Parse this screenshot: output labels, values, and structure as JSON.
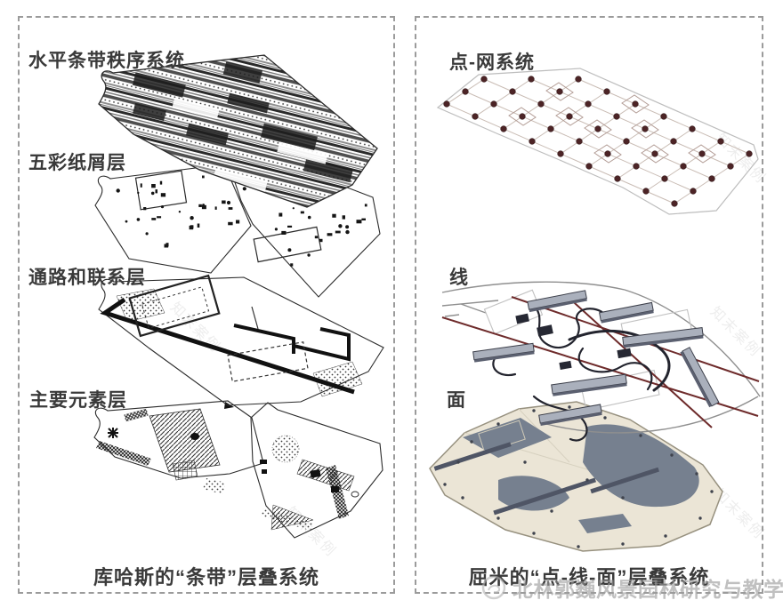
{
  "left_panel": {
    "layer_labels": [
      "水平条带秩序系统",
      "五彩纸屑层",
      "通路和联系层",
      "主要元素层"
    ],
    "caption": "库哈斯的“条带”层叠系统"
  },
  "right_panel": {
    "layer_labels": [
      "点-网系统",
      "线",
      "面"
    ],
    "caption": "屈米的“点-线-面”层叠系统"
  },
  "watermark": {
    "text": "北林郭巍风景园林研究与教学",
    "logo": "circle-emblem-icon"
  },
  "background_watermark": {
    "text": "知末案例"
  },
  "colors": {
    "background": "#ffffff",
    "panel_border": "#9b9b9b",
    "label_text": "#3a3a3a",
    "line_art": "#2b2b2b",
    "grid_dot": "#4c2426",
    "grid_line": "#c9bcb4",
    "red_line": "#6e2b2b",
    "dark_line": "#23242e",
    "bar_fill": "#aab0bc",
    "plate_fill": "#ebe5d6",
    "plate_patch": "#76808f",
    "watermark": "#9b9b9b"
  }
}
